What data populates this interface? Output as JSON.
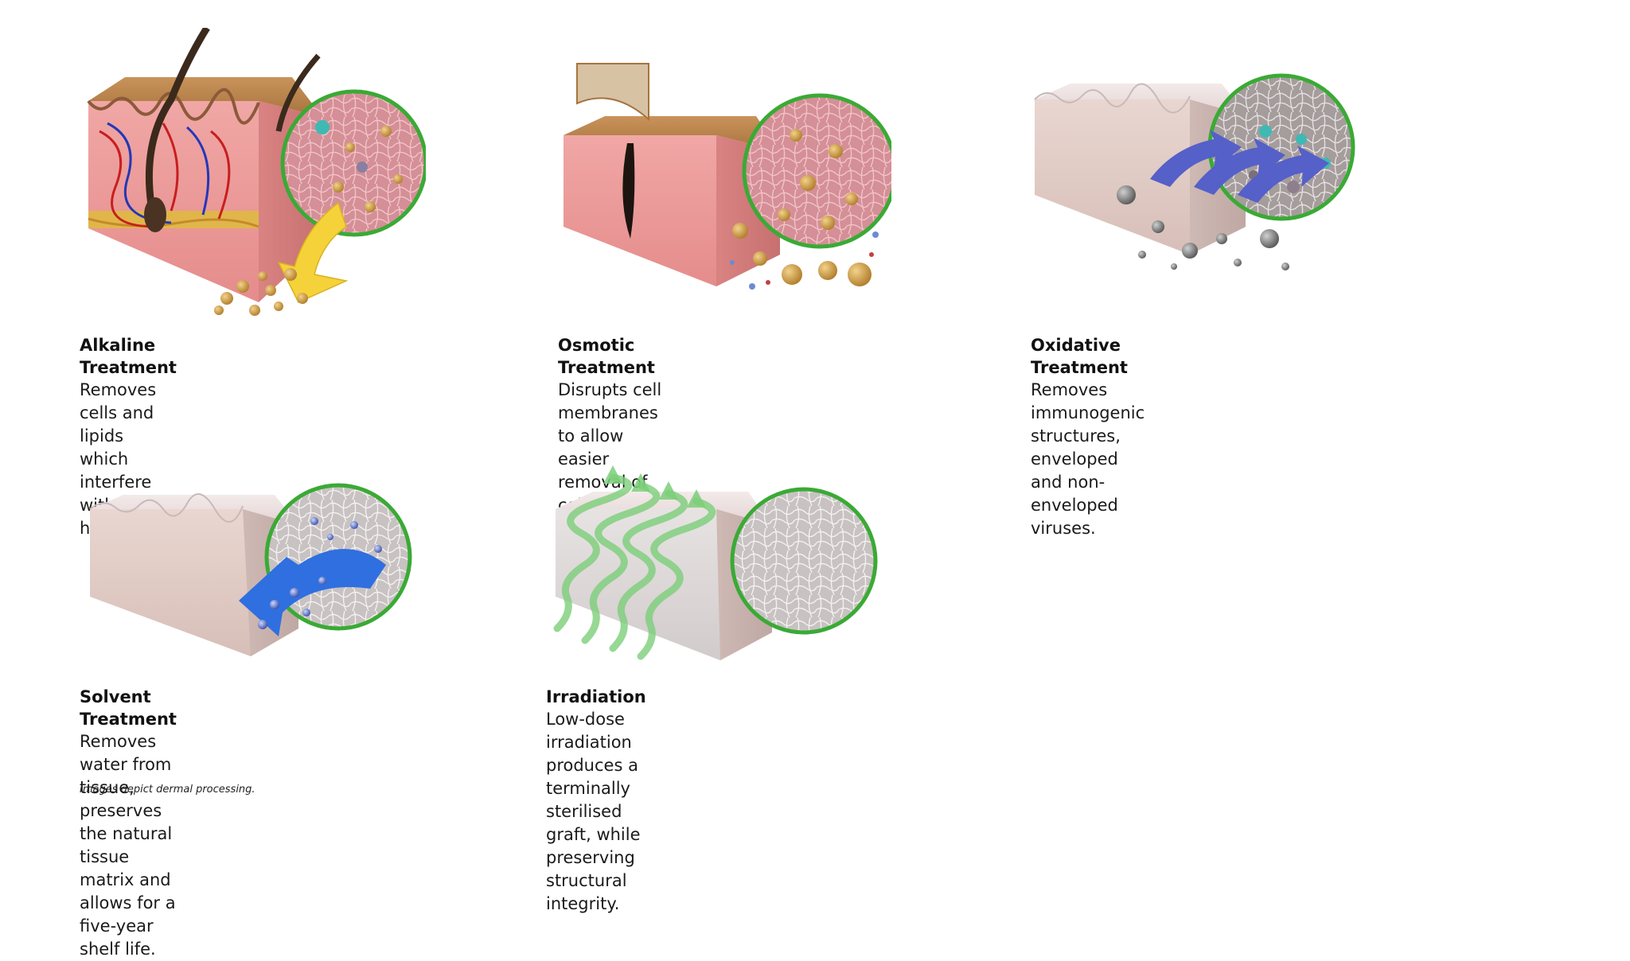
{
  "panels": [
    {
      "title": "Alkaline Treatment",
      "description": "Removes cells and lipids which\ninterfere with healing."
    },
    {
      "title": "Osmotic Treatment",
      "description": "Disrupts cell membranes to allow easier\nremoval of cellular components."
    },
    {
      "title": "Oxidative Treatment",
      "description": "Removes immunogenic structures,\nenveloped and non-enveloped viruses."
    },
    {
      "title": "Solvent Treatment",
      "description": "Removes water from tissue, preserves the natural\ntissue matrix and allows for a five-year shelf life."
    },
    {
      "title": "Irradiation",
      "description": "Low-dose irradiation produces a terminally sterilised\ngraft, while preserving structural integrity."
    }
  ],
  "footnote": "Images depict dermal processing.",
  "colors": {
    "magnifier_ring": "#3aaa35",
    "alkaline_arrow": "#f5d23a",
    "oxidative_arrow": "#5560c8",
    "solvent_arrow": "#2f6fe0",
    "irradiation_wave": "#7ccf7a",
    "live_tissue": "#e89a9a",
    "processed_tissue": "#d9c7c2"
  },
  "icons": [
    "skin-block",
    "hair-follicle",
    "blood-vessel",
    "magnifier-circle",
    "process-arrow",
    "particle",
    "virus-particle",
    "wave-arrow"
  ]
}
